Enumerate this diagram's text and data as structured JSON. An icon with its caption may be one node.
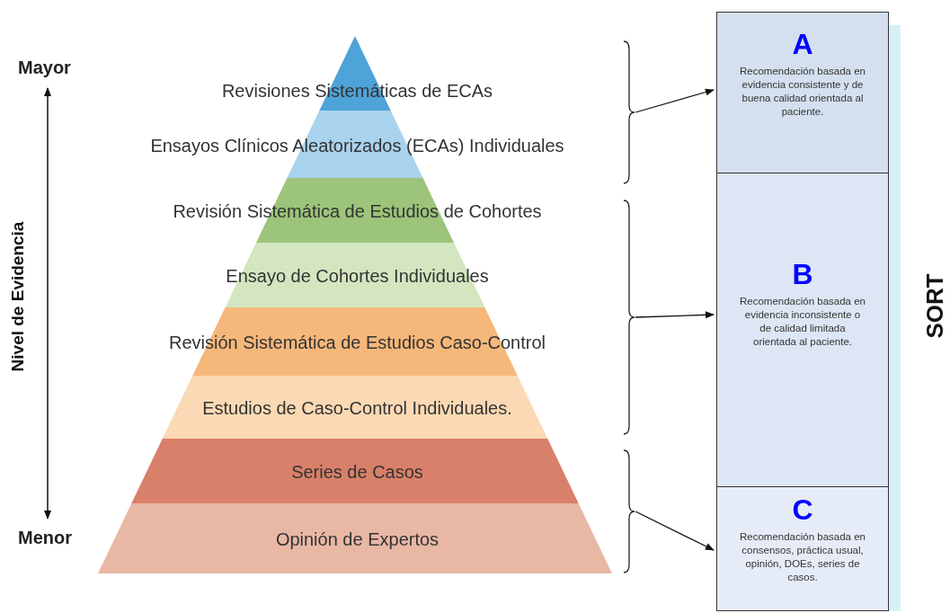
{
  "diagram": {
    "nodes": [
      {
        "text": [
          "Revisiones Sistemáticas de ECAs"
        ]
      },
      {
        "text": [
          "Ensayos Clínicos Aleatorizados (ECAs) Individuales"
        ]
      },
      {
        "text": [
          "Revisión Sistemática de Estudios de Cohortes"
        ]
      },
      {
        "text": [
          "Ensayo de Cohortes Individuales"
        ]
      },
      {
        "text": [
          "Revisión Sistemática de Estudios Caso-Control"
        ]
      },
      {
        "text": [
          "Estudios de Caso-Control Individuales."
        ]
      },
      {
        "text": [
          "Series de Casos"
        ]
      },
      {
        "text": [
          "Opinión de Expertos"
        ]
      },
      {
        "text": [],
        "shape": "bracket"
      },
      {
        "text": [],
        "shape": "bracket"
      },
      {
        "text": [],
        "shape": "bracket"
      },
      {
        "text": [
          "A",
          "Recomendación basada en evidencia consistente y de buena calidad orientada al paciente."
        ]
      },
      {
        "text": [
          "B",
          "Recomendación basada en evidencia inconsistente o de calidad limitada orientada al paciente."
        ]
      },
      {
        "text": [
          "C",
          "Recomendación basada en consensos, práctica usual, opinión, DOEs, series de casos."
        ]
      }
    ],
    "edges": [
      {
        "from": 8,
        "to": 11,
        "arrow": "to"
      },
      {
        "from": 9,
        "to": 12,
        "arrow": "to"
      },
      {
        "from": 10,
        "to": 13,
        "arrow": "to"
      }
    ],
    "labels": [
      "Mayor",
      "Nivel de Evidencia",
      "Menor",
      "SORT"
    ]
  }
}
